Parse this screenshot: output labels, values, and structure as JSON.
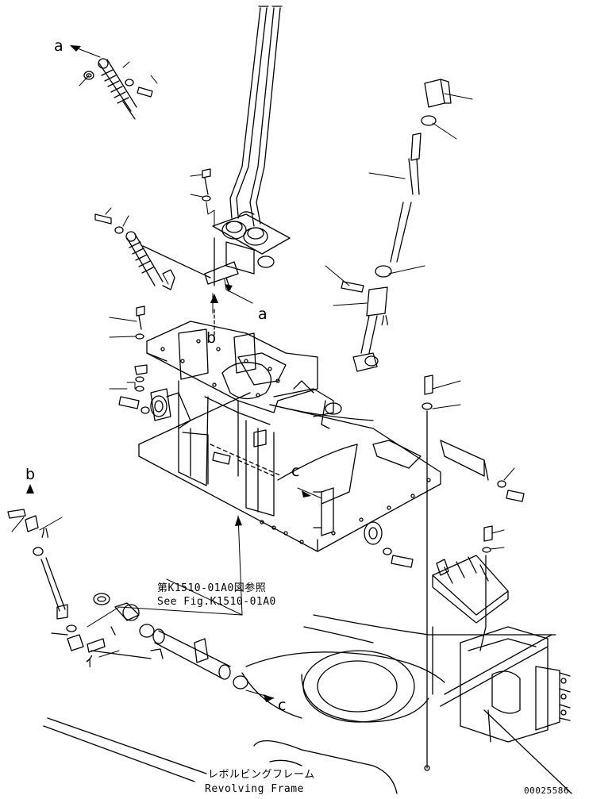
{
  "diagram": {
    "callout_letters": {
      "a_top_left": "a",
      "a_mid": "a",
      "b_mid": "b",
      "b_left": "b",
      "c_right": "c",
      "c_bottom": "c",
      "ha_right": "ﾊ",
      "ha_left": "ﾊ",
      "i_left": "ｲ",
      "i_bottom": "ｲ"
    },
    "reference_note_jp": "第K1510-01A0図参照",
    "reference_note_en": "See Fig.K1510-01A0",
    "frame_label_jp": "レボルビングフレーム",
    "frame_label_en": "Revolving Frame",
    "drawing_number": "00025586"
  }
}
